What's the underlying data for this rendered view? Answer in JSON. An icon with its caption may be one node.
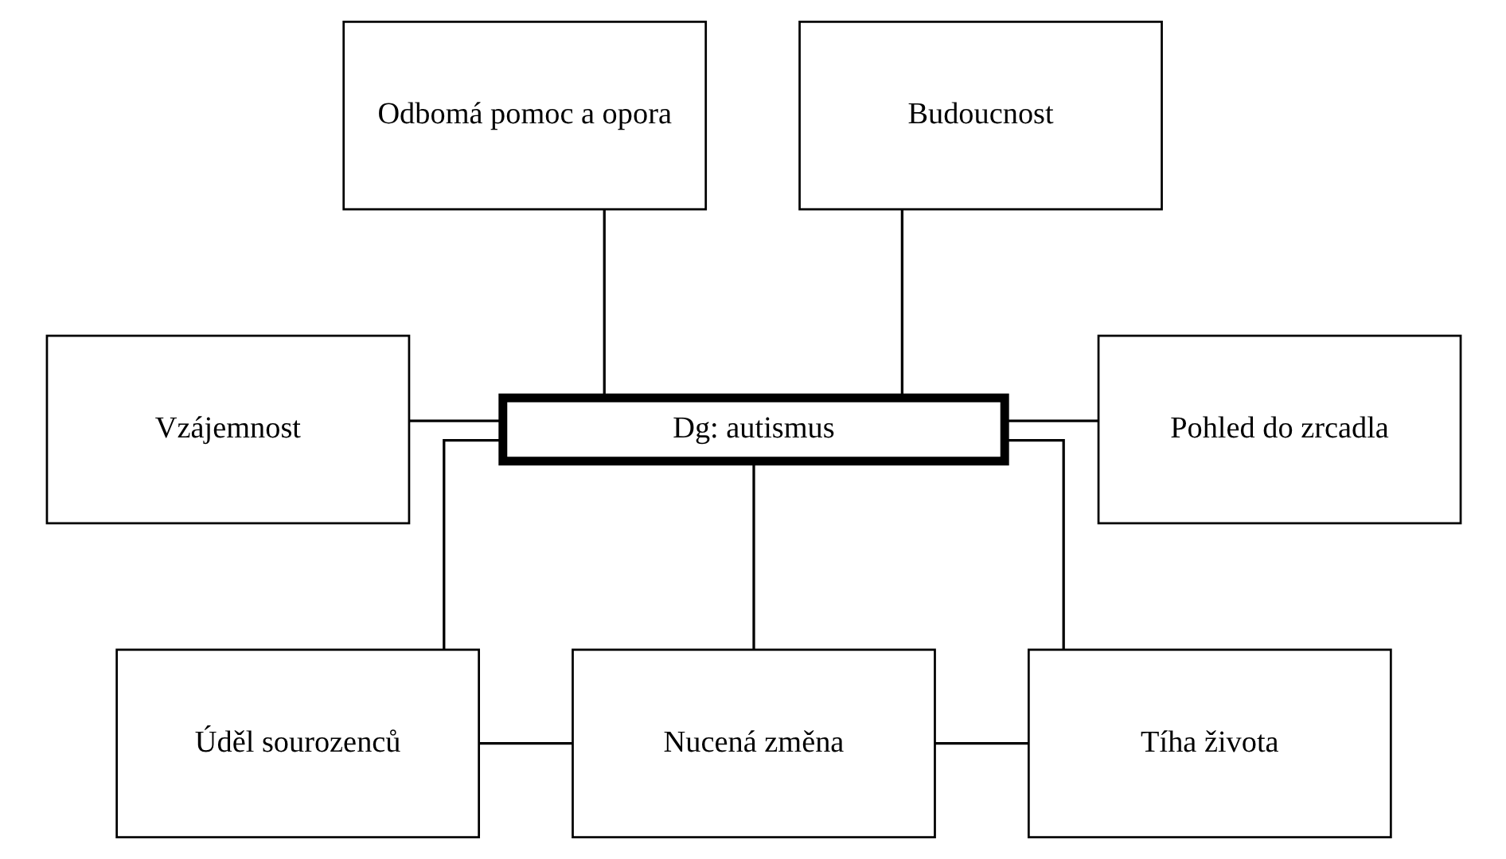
{
  "diagram": {
    "nodes": [
      {
        "text": [
          "Odbomá pomoc a opora"
        ]
      },
      {
        "text": [
          "Budoucnost"
        ]
      },
      {
        "text": [
          "Vzájemnost"
        ]
      },
      {
        "text": [
          "Dg: autismus"
        ]
      },
      {
        "text": [
          "Pohled do zrcadla"
        ]
      },
      {
        "text": [
          "Úděl sourozenců"
        ]
      },
      {
        "text": [
          "Nucená změna"
        ]
      },
      {
        "text": [
          "Tíha života"
        ]
      }
    ],
    "edges": [
      {
        "from": 0,
        "to": 3,
        "arrow": "none"
      },
      {
        "from": 1,
        "to": 3,
        "arrow": "none"
      },
      {
        "from": 2,
        "to": 3,
        "arrow": "none"
      },
      {
        "from": 3,
        "to": 4,
        "arrow": "none"
      },
      {
        "from": 3,
        "to": 5,
        "arrow": "none"
      },
      {
        "from": 3,
        "to": 6,
        "arrow": "none"
      },
      {
        "from": 3,
        "to": 7,
        "arrow": "none"
      },
      {
        "from": 5,
        "to": 6,
        "arrow": "none"
      },
      {
        "from": 6,
        "to": 7,
        "arrow": "none"
      }
    ]
  }
}
